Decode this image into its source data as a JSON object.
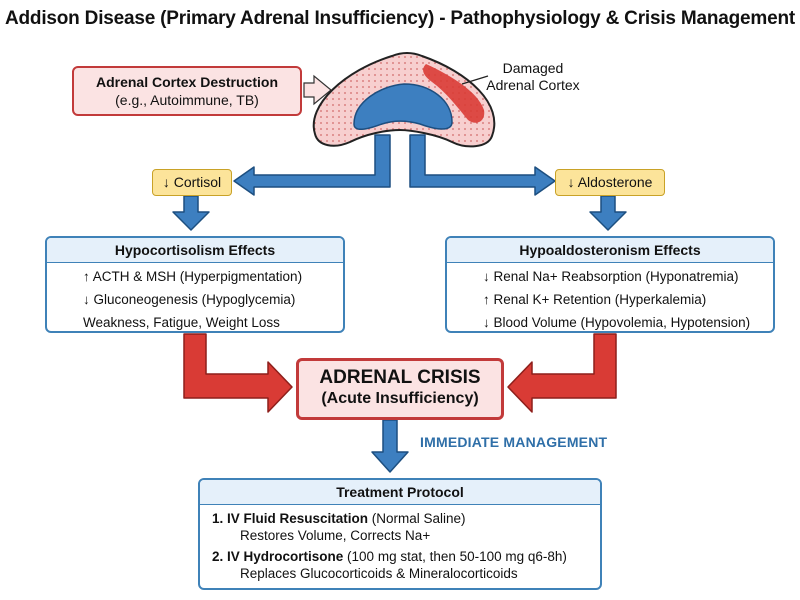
{
  "title": "Addison Disease (Primary Adrenal Insufficiency) - Pathophysiology & Crisis Management",
  "destruction": {
    "line1": "Adrenal Cortex Destruction",
    "line2": "(e.g., Autoimmune, TB)"
  },
  "damaged_label": {
    "line1": "Damaged",
    "line2": "Adrenal Cortex"
  },
  "hormones": {
    "cortisol": "↓ Cortisol",
    "aldosterone": "↓ Aldosterone"
  },
  "hypocortisolism": {
    "title": "Hypocortisolism Effects",
    "items": [
      "↑ ACTH & MSH (Hyperpigmentation)",
      "↓ Gluconeogenesis (Hypoglycemia)",
      "Weakness, Fatigue, Weight Loss"
    ]
  },
  "hypoaldosteronism": {
    "title": "Hypoaldosteronism Effects",
    "items": [
      "↓ Renal Na+ Reabsorption (Hyponatremia)",
      "↑ Renal K+ Retention (Hyperkalemia)",
      "↓ Blood Volume (Hypovolemia, Hypotension)"
    ]
  },
  "crisis": {
    "line1": "ADRENAL CRISIS",
    "line2": "(Acute Insufficiency)"
  },
  "management_label": "IMMEDIATE MANAGEMENT",
  "treatment": {
    "title": "Treatment Protocol",
    "step1_bold": "1. IV Fluid Resuscitation",
    "step1_rest": " (Normal Saline)",
    "step1_sub": "Restores Volume, Corrects Na+",
    "step2_bold": "2. IV Hydrocortisone",
    "step2_rest": " (100 mg stat, then 50-100 mg q6-8h)",
    "step2_sub": "Replaces Glucocorticoids & Mineralocorticoids"
  },
  "colors": {
    "red": "#d93b35",
    "blue": "#3d7fc0",
    "yellow": "#fce49a",
    "pink": "#fbe3e3"
  }
}
